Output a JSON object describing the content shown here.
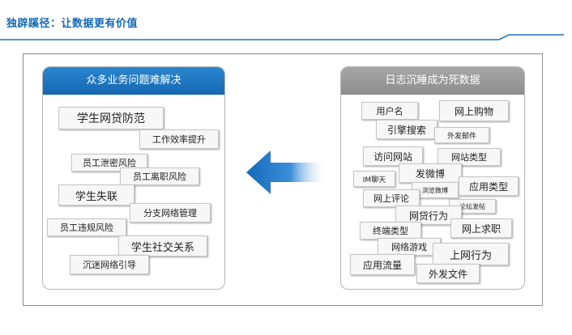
{
  "header": {
    "title": "独辟蹊径：让数据更有价值"
  },
  "left_panel": {
    "title": "众多业务问题难解决",
    "tags": [
      "学生网贷防范",
      "工作效率提升",
      "员工泄密风险",
      "员工离职风险",
      "学生失联",
      "分支网络管理",
      "员工违规风险",
      "学生社交关系",
      "沉迷网络引导"
    ]
  },
  "right_panel": {
    "title": "日志沉睡成为死数据",
    "tags": [
      "用户名",
      "网上购物",
      "引擎搜索",
      "外发邮件",
      "访问网站",
      "网站类型",
      "IM聊天",
      "发微博",
      "浏览微博",
      "应用类型",
      "网上评论",
      "论坛发帖",
      "网贷行为",
      "终端类型",
      "网上求职",
      "网络游戏",
      "上网行为",
      "应用流量",
      "外发文件"
    ]
  },
  "colors": {
    "accent": "#1368b8",
    "panel_left_head": "#1567b2",
    "panel_right_head": "#9a9a9a",
    "arrow": "#1a74c4"
  }
}
